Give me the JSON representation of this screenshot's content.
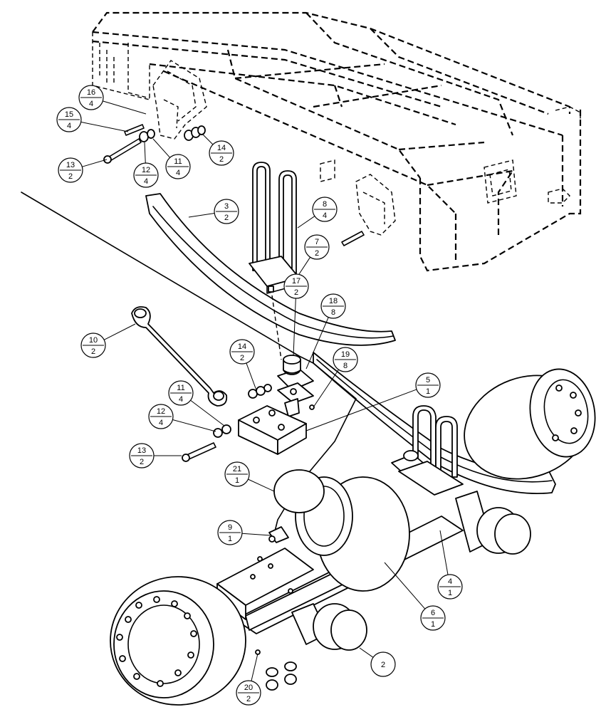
{
  "callouts": [
    {
      "id": "c16",
      "item": "16",
      "qty": "4"
    },
    {
      "id": "c15",
      "item": "15",
      "qty": "4"
    },
    {
      "id": "c13a",
      "item": "13",
      "qty": "2"
    },
    {
      "id": "c12a",
      "item": "12",
      "qty": "4"
    },
    {
      "id": "c11a",
      "item": "11",
      "qty": "4"
    },
    {
      "id": "c14a",
      "item": "14",
      "qty": "2"
    },
    {
      "id": "c3",
      "item": "3",
      "qty": "2"
    },
    {
      "id": "c8",
      "item": "8",
      "qty": "4"
    },
    {
      "id": "c7",
      "item": "7",
      "qty": "2"
    },
    {
      "id": "c17",
      "item": "17",
      "qty": "2"
    },
    {
      "id": "c18",
      "item": "18",
      "qty": "8"
    },
    {
      "id": "c10",
      "item": "10",
      "qty": "2"
    },
    {
      "id": "c14b",
      "item": "14",
      "qty": "2"
    },
    {
      "id": "c19",
      "item": "19",
      "qty": "8"
    },
    {
      "id": "c5",
      "item": "5",
      "qty": "1"
    },
    {
      "id": "c11b",
      "item": "11",
      "qty": "4"
    },
    {
      "id": "c12b",
      "item": "12",
      "qty": "4"
    },
    {
      "id": "c13b",
      "item": "13",
      "qty": "2"
    },
    {
      "id": "c21",
      "item": "21",
      "qty": "1"
    },
    {
      "id": "c9",
      "item": "9",
      "qty": "1"
    },
    {
      "id": "c4",
      "item": "4",
      "qty": "1"
    },
    {
      "id": "c6",
      "item": "6",
      "qty": "1"
    },
    {
      "id": "c2",
      "item": "2",
      "qty": ""
    },
    {
      "id": "c20",
      "item": "20",
      "qty": "2"
    }
  ]
}
